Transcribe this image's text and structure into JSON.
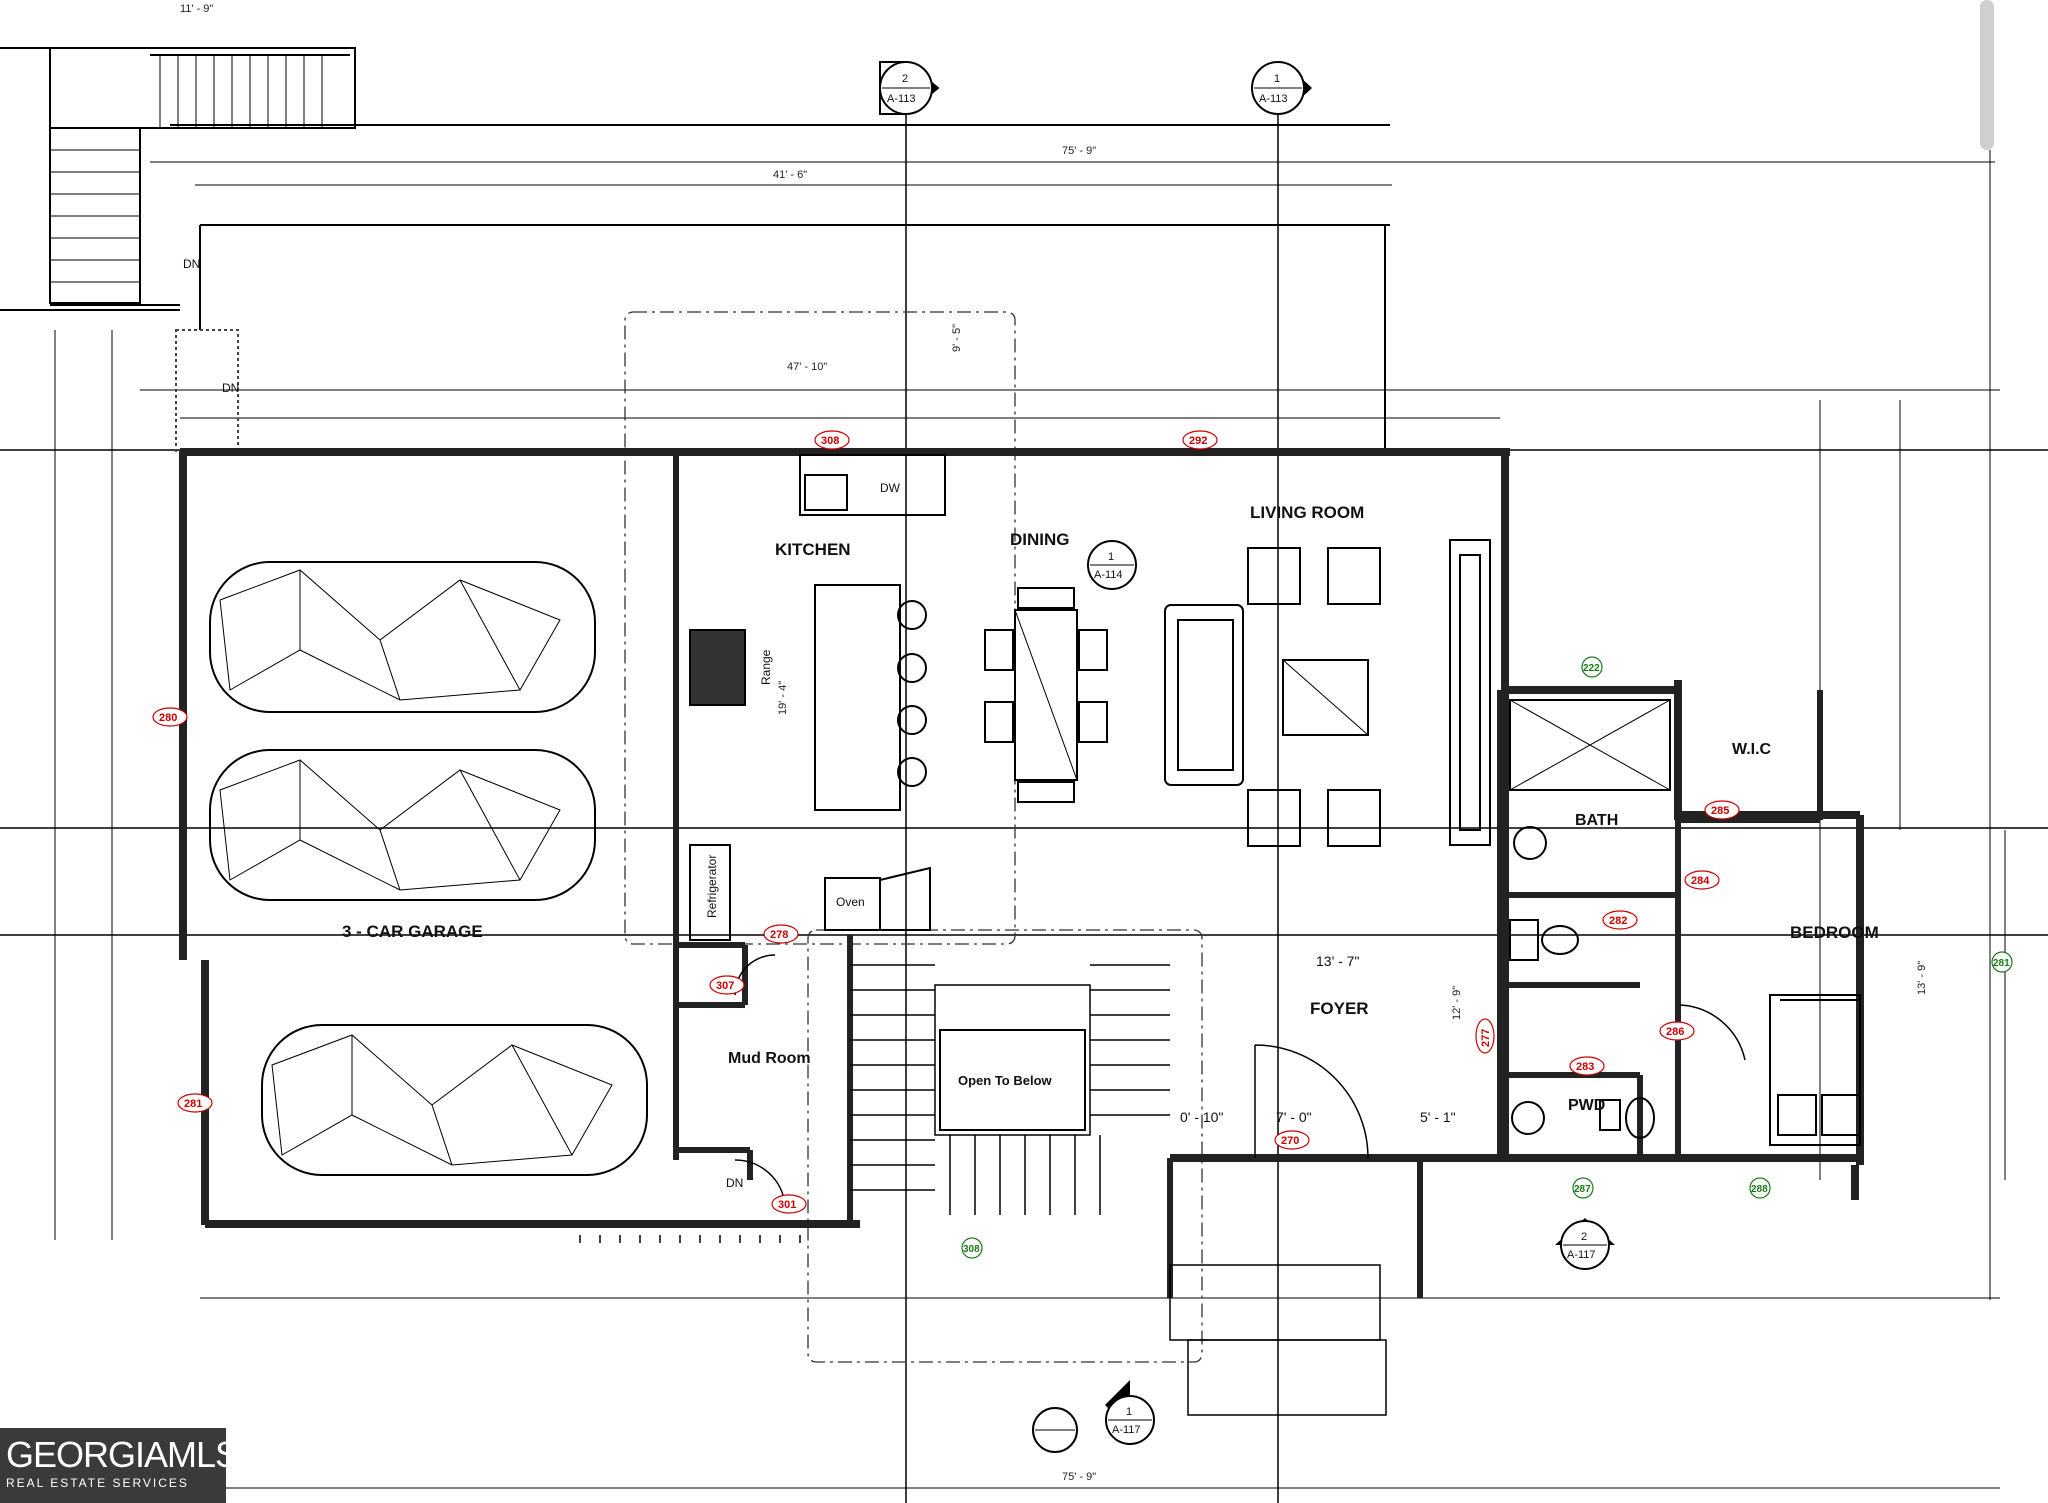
{
  "rooms": {
    "garage": "3 - CAR GARAGE",
    "kitchen": "KITCHEN",
    "dining": "DINING",
    "living": "LIVING ROOM",
    "wic": "W.I.C",
    "bath": "BATH",
    "bedroom": "BEDROOM",
    "foyer": "FOYER",
    "pwd": "PWD",
    "mud": "Mud Room",
    "open": "Open To Below"
  },
  "fixtures": {
    "dw": "DW",
    "range": "Range",
    "oven": "Oven",
    "refrigerator": "Refrigerator",
    "dn1": "DN",
    "dn2": "DN",
    "dn3": "DN"
  },
  "dimensions": {
    "overall_top": "75' - 9\"",
    "overall_bottom": "75' - 9\"",
    "d_41_6": "41' - 6\"",
    "d_47_10": "47' - 10\"",
    "d_19_4": "19' - 4\"",
    "d_13_7": "13' - 7\"",
    "d_12_9": "12' - 9\"",
    "d_13_9": "13' - 9\"",
    "d_0_10": "0' - 10\"",
    "d_7_0": "7' - 0\"",
    "d_5_1": "5' - 1\"",
    "d_9_5": "9' - 5\"",
    "top_stair": "11' - 9\""
  },
  "tags_red": [
    "308",
    "292",
    "280",
    "281",
    "307",
    "301",
    "270",
    "277",
    "285",
    "284",
    "282",
    "283",
    "286",
    "278"
  ],
  "tags_green": [
    "222",
    "281",
    "287",
    "288",
    "308"
  ],
  "section_markers": [
    {
      "num": "2",
      "sheet": "A-113"
    },
    {
      "num": "1",
      "sheet": "A-113"
    },
    {
      "num": "1",
      "sheet": "A-114"
    },
    {
      "num": "2",
      "sheet": "A-117"
    },
    {
      "num": "1",
      "sheet": "A-117"
    }
  ],
  "logo": {
    "brand": "GEORGIAMLS",
    "sub": "REAL ESTATE SERVICES"
  }
}
